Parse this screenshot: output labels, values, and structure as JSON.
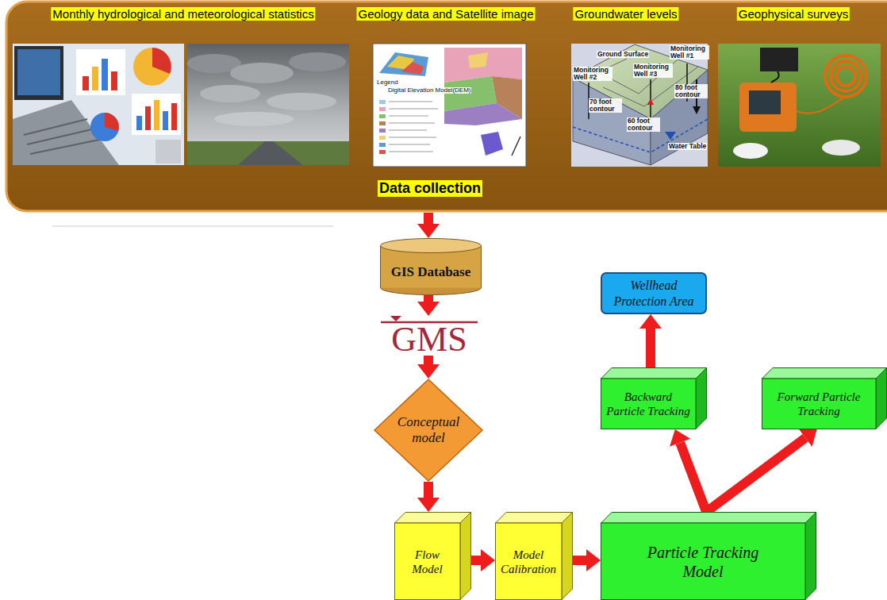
{
  "diagram": {
    "nodes": [
      {
        "text": [
          "Monthly hydrological and meteorological statistics",
          "Geology data and Satellite image",
          "Groundwater levels",
          "Geophysical surveys",
          "Data collection"
        ]
      },
      {
        "text": [
          "GIS Database"
        ]
      },
      {
        "text": [
          "GMS"
        ]
      },
      {
        "text": [
          "Conceptual model"
        ]
      },
      {
        "text": [
          "Flow Model"
        ]
      },
      {
        "text": [
          "Model Calibration"
        ]
      },
      {
        "text": [
          "Particle Tracking Model"
        ]
      },
      {
        "text": [
          "Backward Particle Tracking"
        ]
      },
      {
        "text": [
          "Forward Particle Tracking"
        ]
      },
      {
        "text": [
          "Wellhead Protection Area"
        ]
      }
    ],
    "edges": [
      {
        "from": 0,
        "to": 1,
        "arrow": "to"
      },
      {
        "from": 1,
        "to": 2,
        "arrow": "to"
      },
      {
        "from": 2,
        "to": 3,
        "arrow": "to"
      },
      {
        "from": 3,
        "to": 4,
        "arrow": "to"
      },
      {
        "from": 4,
        "to": 5,
        "arrow": "to"
      },
      {
        "from": 5,
        "to": 6,
        "arrow": "to"
      },
      {
        "from": 6,
        "to": 7,
        "arrow": "to"
      },
      {
        "from": 6,
        "to": 8,
        "arrow": "to"
      },
      {
        "from": 7,
        "to": 9,
        "arrow": "to"
      }
    ],
    "labels": [
      "Legend",
      "Digital Elevation Model(DEM)",
      "Ground Surface",
      "Monitoring Well #1",
      "Monitoring Well #2",
      "Monitoring Well #3",
      "80 foot contour",
      "70 foot contour",
      "60 foot contour",
      "Water Table"
    ]
  }
}
